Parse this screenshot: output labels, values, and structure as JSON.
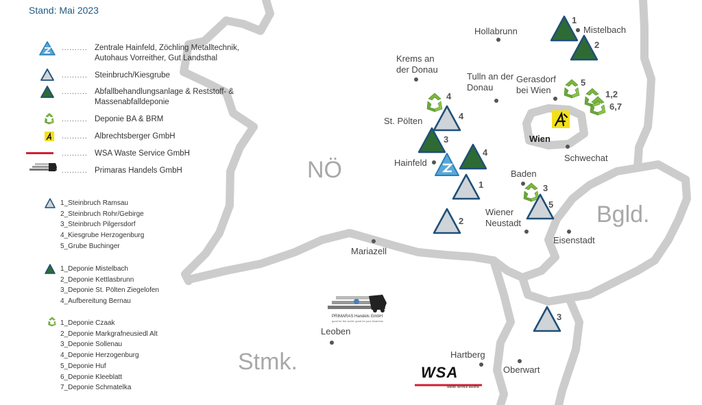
{
  "stand": "Stand: Mai 2023",
  "legend": [
    {
      "icon": "zentrale-icon",
      "text": "Zentrale Hainfeld, Zöchling Metalltechnik, Autohaus Vorreither, Gut Landsthal"
    },
    {
      "icon": "light-triangle-icon",
      "text": "Steinbruch/Kiesgrube"
    },
    {
      "icon": "dark-triangle-icon",
      "text": "Abfallbehandlungsanlage & Reststoff- & Massenabfalldeponie"
    },
    {
      "icon": "recycle-icon",
      "text": "Deponie BA & BRM"
    },
    {
      "icon": "albrechtsberger-logo-icon",
      "text": "Albrechtsberger GmbH"
    },
    {
      "icon": "wsa-logo-icon",
      "text": "WSA Waste Service GmbH"
    },
    {
      "icon": "primaras-logo-icon",
      "text": "Primaras Handels GmbH"
    }
  ],
  "legend_dots": "..........",
  "lists": {
    "steinbruch": [
      "1_Steinbruch Ramsau",
      "2_Steinbruch Rohr/Gebirge",
      "3_Steinbruch Pilgersdorf",
      "4_Kiesgrube Herzogenburg",
      "5_Grube Buchinger"
    ],
    "deponie": [
      "1_Deponie Mistelbach",
      "2_Deponie Kettlasbrunn",
      "3_Deponie St. Pölten Ziegelofen",
      "4_Aufbereitung Bernau"
    ],
    "deponie_ba": [
      "1_Deponie Czaak",
      "2_Deponie Markgrafneusiedl Alt",
      "3_Deponie Sollenau",
      "4_Deponie Herzogenburg",
      "5_Deponie Huf",
      "6_Deponie Kleeblatt",
      "7_Deponie Schmatelka"
    ]
  },
  "regions": {
    "noe": "NÖ",
    "stmk": "Stmk.",
    "bgld": "Bgld."
  },
  "cities": {
    "hollabrunn": "Hollabrunn",
    "mistelbach": "Mistelbach",
    "krems": "Krems an der Donau",
    "tulln": "Tulln an der Donau",
    "gerasdorf": "Gerasdorf bei Wien",
    "st_poelten": "St. Pölten",
    "wien": "Wien",
    "schwechat": "Schwechat",
    "hainfeld": "Hainfeld",
    "baden": "Baden",
    "wiener_neustadt": "Wiener Neustadt",
    "eisenstadt": "Eisenstadt",
    "mariazell": "Mariazell",
    "leoben": "Leoben",
    "hartberg": "Hartberg",
    "oberwart": "Oberwart"
  },
  "markers": {
    "mistelbach_1": "1",
    "mistelbach_2": "2",
    "gerasdorf_5": "5",
    "wien_12": "1,2",
    "wien_67": "6,7",
    "krems_recycle_4": "4",
    "st_poelten_light_4": "4",
    "st_poelten_dark_3": "3",
    "bernau_dark_4": "4",
    "ramsau_light_1": "1",
    "rohr_light_2": "2",
    "baden_recycle_3": "3",
    "buchinger_light_5": "5",
    "pilgersdorf_light_3": "3"
  },
  "logos": {
    "primaras": "PRIMARAS Handels GmbH",
    "primaras_sub": "good for the world, good for your business",
    "wsa": "WSA",
    "wsa_sub": "waste service austria"
  },
  "colors": {
    "border": "#cccccc",
    "dark_triangle": "#2e6a34",
    "triangle_outline": "#1f4f78",
    "light_fill": "#cfd4d9",
    "recycle": "#7ab53c",
    "albrechtsberger_bg": "#f3e01b",
    "wsa_red": "#d1202f",
    "title": "#1f5a83"
  }
}
